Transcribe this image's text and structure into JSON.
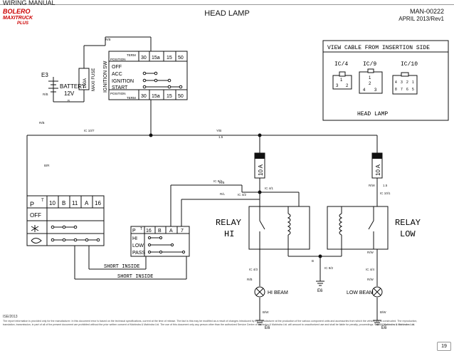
{
  "header": {
    "manual_label": "WIRING MANUAL",
    "brand": "BOLERO",
    "brand_sub": "MAXITRUCK",
    "brand_plus": "PLUS",
    "title": "HEAD LAMP",
    "doc_number": "MAN-00222",
    "doc_date": "APRIL 2013/Rev1"
  },
  "ignition_switch": {
    "label": "IGNITION SW",
    "col_headers": [
      "TERM",
      "30",
      "15a",
      "15",
      "50"
    ],
    "position_label": "POSITION",
    "rows": [
      "OFF",
      "ACC",
      "IGNITION",
      "START"
    ]
  },
  "battery": {
    "ref": "E3",
    "label": "BATTERY",
    "voltage": "12V",
    "fuse_label": "MAXI FUSE",
    "fuse_rating": "100A"
  },
  "connector_view": {
    "title": "VIEW CABLE FROM INSERTION SIDE",
    "connectors": [
      "IC/4",
      "IC/9",
      "IC/10"
    ],
    "footer": "HEAD LAMP",
    "ic4_pins": [
      "1",
      "3",
      "2"
    ],
    "ic9_pins": [
      "1",
      "2",
      "4",
      "3"
    ],
    "ic10_pins": [
      "4",
      "3",
      "2",
      "1",
      "8",
      "7",
      "6",
      "5"
    ]
  },
  "fuses": [
    {
      "rating": "10 A"
    },
    {
      "rating": "10 A"
    }
  ],
  "switch_table": {
    "col_headers": [
      "P",
      "T",
      "10",
      "B",
      "11",
      "A",
      "16"
    ],
    "rows": [
      "OFF"
    ]
  },
  "dimmer_table": {
    "col_headers": [
      "P",
      "T",
      "16",
      "B",
      "A",
      "7"
    ],
    "rows": [
      "HI",
      "LOW",
      "PASS"
    ]
  },
  "relays": [
    {
      "label_line1": "RELAY",
      "label_line2": "HI"
    },
    {
      "label_line1": "RELAY",
      "label_line2": "LOW"
    }
  ],
  "short_inside": [
    "SHORT INSIDE",
    "SHORT INSIDE"
  ],
  "lamps": [
    {
      "label": "HI BEAM"
    },
    {
      "label": "LOW BEAM"
    }
  ],
  "grounds": [
    "E6",
    "E6",
    "E6"
  ],
  "wire_labels": [
    "R/B",
    "R/B",
    "B",
    "Y/B",
    "R/B",
    "IC 10/7",
    "B/R",
    "1.5",
    "1.5",
    "R/W",
    "IC 10/1",
    "IC 9/3",
    "R/L",
    "IC 4/2",
    "IC 4/1",
    "B",
    "IC 9/2",
    "R/W",
    "R/B",
    "IC 4/3",
    "B/W",
    "R/W",
    "IC 4/4",
    "R/B",
    "B/W"
  ],
  "footer": {
    "code": "ISE/2013",
    "disclaimer": "The report information is provided only for the manufacturer. In this document error is based on the technical specifications, current at the time of release. The fact is this may be modified as a result of changes introduced by the manufacturer at the production of the various component units and accessories from which the vehicle are is constructed. The reproduction, translation, transmission, in part of all of the present document are prohibited without the prior written consent of Mahindra & Mahindra Ltd. The use of this document only any person other than the authorized Service Centre of Mahindra & Mahindra Ltd. will amount to unauthorized use and shall be liable for penalty, proceedings.",
    "copyright": "© 2013 Mahindra & Mahindra Ltd.",
    "page": "19"
  }
}
